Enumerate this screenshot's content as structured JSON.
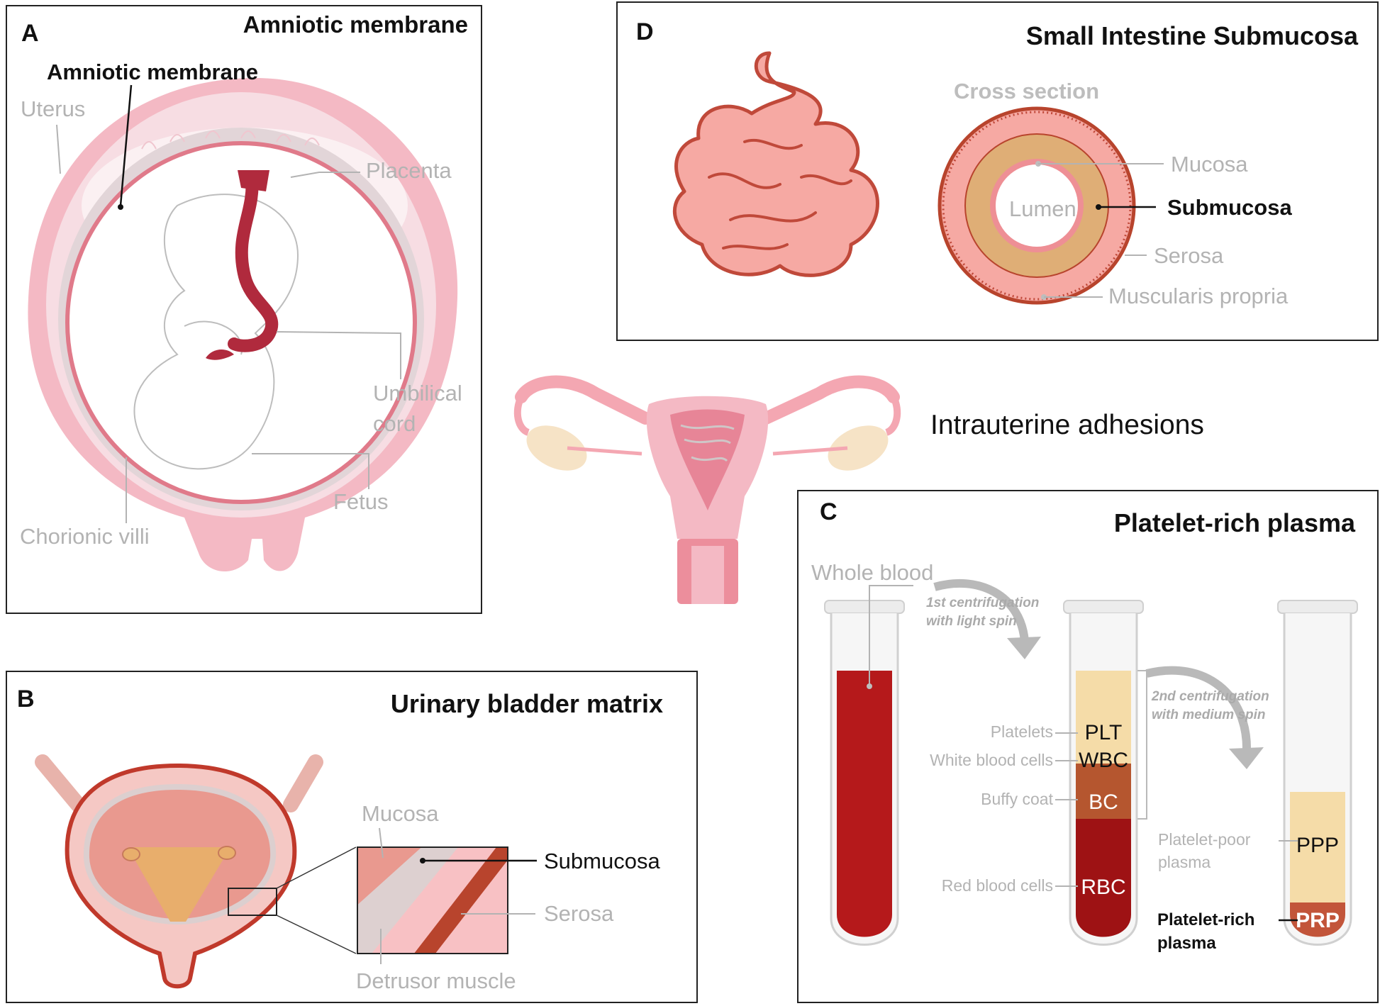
{
  "central": {
    "label": "Intrauterine adhesions"
  },
  "panelA": {
    "letter": "A",
    "title": "Amniotic membrane",
    "highlight": "Amniotic membrane",
    "labels": {
      "uterus": "Uterus",
      "placenta": "Placenta",
      "umbilical_line1": "Umbilical",
      "umbilical_line2": "cord",
      "fetus": "Fetus",
      "chorionic": "Chorionic villi"
    }
  },
  "panelB": {
    "letter": "B",
    "title": "Urinary bladder matrix",
    "labels": {
      "mucosa": "Mucosa",
      "submucosa": "Submucosa",
      "serosa": "Serosa",
      "detrusor": "Detrusor muscle"
    }
  },
  "panelC": {
    "letter": "C",
    "title": "Platelet-rich plasma",
    "whole_blood": "Whole blood",
    "step1_line1": "1st centrifugation",
    "step1_line2": "with  light spin",
    "step2_line1": "2nd centrifugation",
    "step2_line2": "with  medium spin",
    "labels": {
      "platelets": "Platelets",
      "wbc_long": "White blood cells",
      "buffy": "Buffy coat",
      "rbc_long": "Red blood cells",
      "ppp_line1": "Platelet-poor",
      "ppp_line2": "plasma",
      "prp_line1": "Platelet-rich",
      "prp_line2": "plasma"
    },
    "tags": {
      "plt": "PLT",
      "wbc": "WBC",
      "bc": "BC",
      "rbc": "RBC",
      "ppp": "PPP",
      "prp": "PRP"
    },
    "colors": {
      "red": "#b5191b",
      "dark_red": "#9e1214",
      "plasma": "#f5dca8",
      "buffy": "#b5562f",
      "prp": "#c2553a"
    }
  },
  "panelD": {
    "letter": "D",
    "title": "Small Intestine Submucosa",
    "cross_section": "Cross section",
    "labels": {
      "mucosa": "Mucosa",
      "lumen": "Lumen",
      "submucosa": "Submucosa",
      "serosa": "Serosa",
      "muscularis": "Muscularis propria"
    }
  }
}
